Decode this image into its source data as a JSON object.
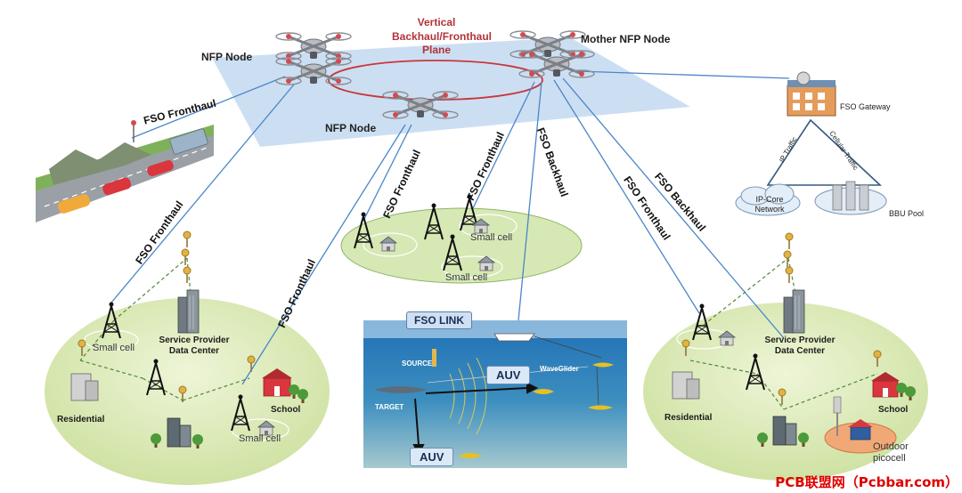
{
  "plane": {
    "title": "Vertical Backhaul/Fronthaul Plane",
    "title_lines": [
      "Vertical",
      "Backhaul/Fronthaul",
      "Plane"
    ],
    "title_color": "#b0343a",
    "fill_color": "#c6dcf1"
  },
  "nodes": {
    "nfp_left": "NFP Node",
    "nfp_center": "NFP Node",
    "mother": "Mother NFP Node"
  },
  "links": {
    "fso_fronthaul": "FSO Fronthaul",
    "fso_backhaul": "FSO Backhaul",
    "fso_link": "FSO LINK",
    "link_color": "#4a86c8"
  },
  "gateway": {
    "name": "FSO Gateway",
    "ip_traffic": "IP Traffic",
    "cellular_traffic": "Cellular Traffic",
    "ip_core": [
      "IP-Core",
      "Network"
    ],
    "bbu_pool": "BBU Pool"
  },
  "cells": {
    "small_cell": "Small cell",
    "service_provider": [
      "Service Provider",
      "Data Center"
    ],
    "residential": "Residential",
    "school": "School",
    "outdoor_picocell": [
      "Outdoor",
      "picocell"
    ]
  },
  "underwater": {
    "source": "SOURCE",
    "target": "TARGET",
    "waveglider": "WaveGlider",
    "auv": "AUV"
  },
  "colors": {
    "ground": "#dbe9b8",
    "ocean_top": "#1f6fb5",
    "ocean_bottom": "#a7c9cf",
    "watermark": "#e00000"
  },
  "watermark": "PCB联盟网（Pcbbar.com）"
}
